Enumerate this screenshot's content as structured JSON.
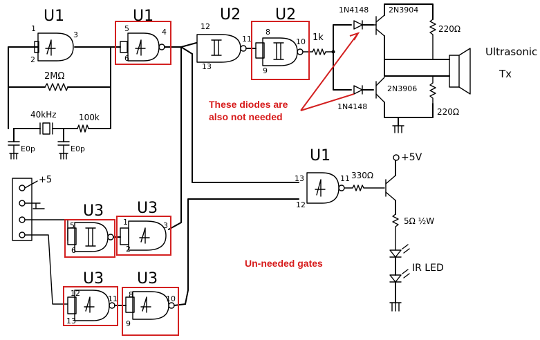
{
  "gates": {
    "g1": {
      "name": "U1",
      "sym": "4",
      "p1": "1",
      "p2": "2",
      "pout": "3"
    },
    "g2": {
      "name": "U1",
      "sym": "4",
      "p1": "5",
      "p2": "6",
      "pout": "4"
    },
    "g3": {
      "name": "U2",
      "sym": "2",
      "p1": "12",
      "p2": "13",
      "pout": "11"
    },
    "g4": {
      "name": "U2",
      "sym": "2",
      "p1": "8",
      "p2": "9",
      "pout": "10"
    },
    "g5": {
      "name": "U1",
      "sym": "4",
      "p1": "13",
      "p2": "12",
      "pout": "11"
    },
    "g6": {
      "name": "U3",
      "sym": "3",
      "p1": "5",
      "p2": "6",
      "pout": ""
    },
    "g7": {
      "name": "U3",
      "sym": "3",
      "p1": "1",
      "p2": "2",
      "pout": "3"
    },
    "g8": {
      "name": "U3",
      "sym": "4",
      "p1": "12",
      "p2": "13",
      "pout": "11"
    },
    "g9": {
      "name": "U3",
      "sym": "4",
      "p1": "8",
      "p2": "9",
      "pout": "10"
    }
  },
  "components": {
    "r_feedback": "2MΩ",
    "crystal": "40kHz",
    "r_100k": "100k",
    "cap_left": "E0p",
    "cap_right": "E0p",
    "r_1k": "1k",
    "diode_top": "1N4148",
    "diode_bottom": "1N4148",
    "q_top": "2N3904",
    "q_bottom": "2N3906",
    "r_top": "220Ω",
    "r_bottom": "220Ω",
    "transducer": "Ultrasonic",
    "transducer_sub": "Tx",
    "r_base": "330Ω",
    "supply": "+5V",
    "r_led": "5Ω ½W",
    "led": "IR LED",
    "connector_supply": "+5"
  },
  "annotations": {
    "diodes_line1": "These diodes are",
    "diodes_line2": "also not needed",
    "gates_note": "Un-needed gates"
  },
  "colors": {
    "highlight": "#d32020",
    "ink": "#000000"
  }
}
